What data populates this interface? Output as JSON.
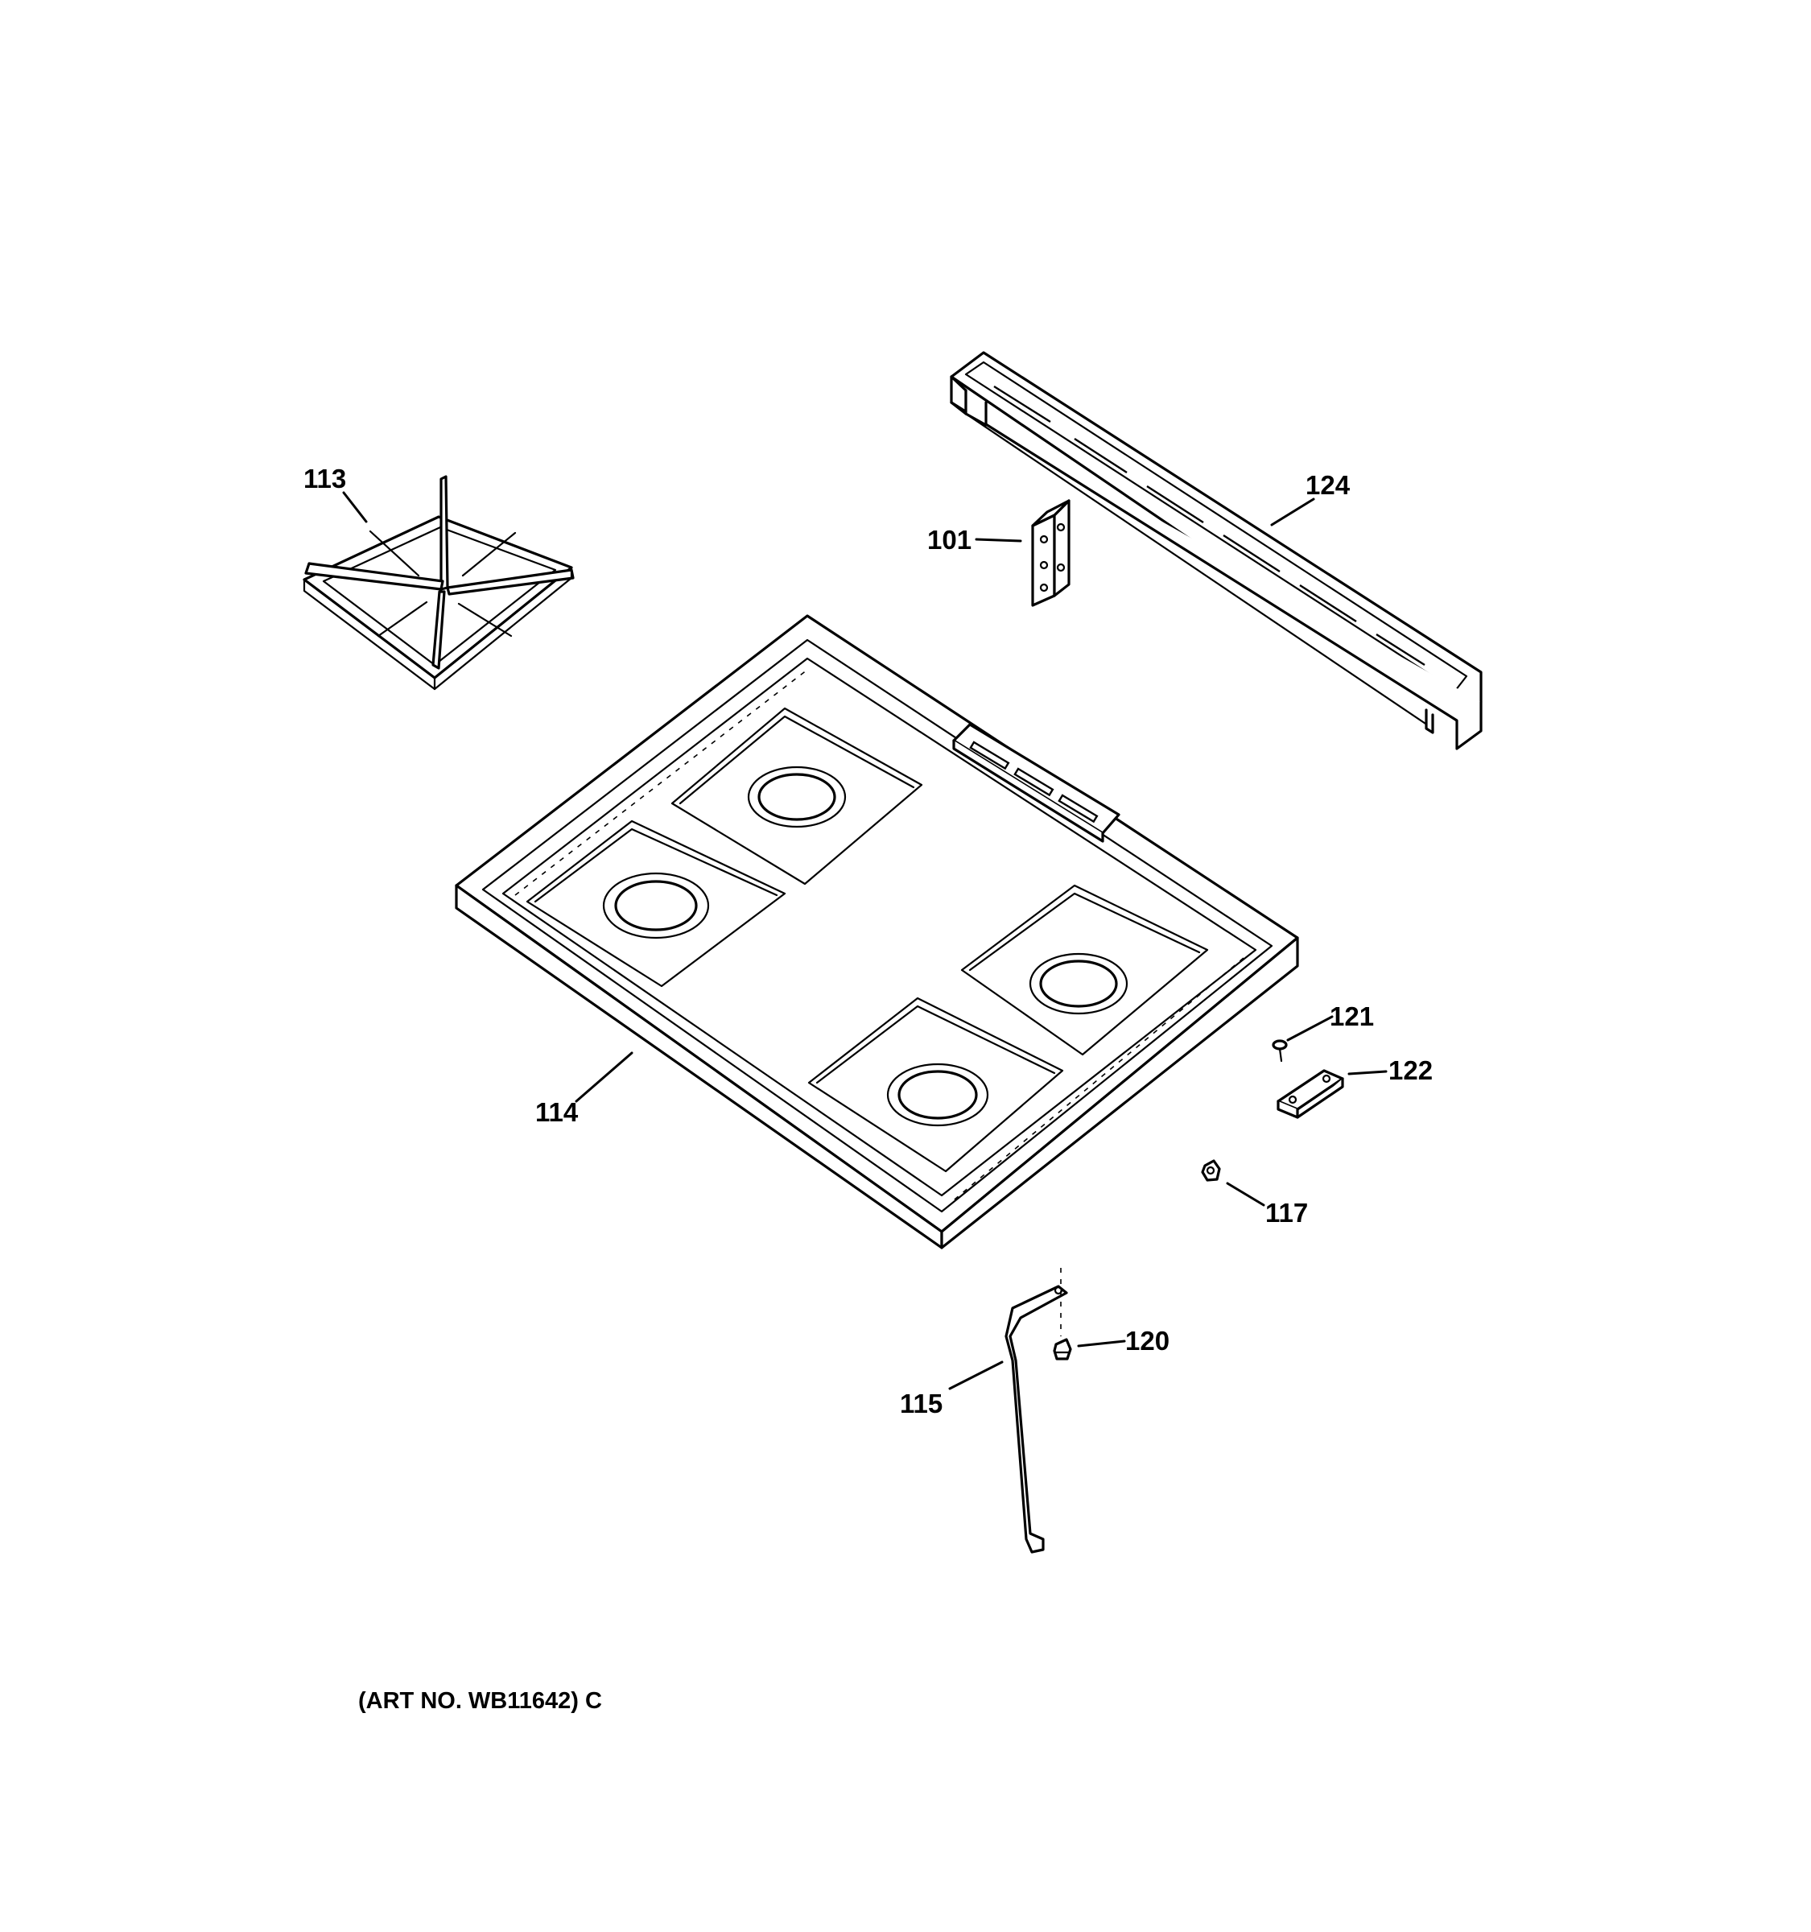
{
  "callouts": {
    "p113": "113",
    "p101": "101",
    "p124": "124",
    "p114": "114",
    "p121": "121",
    "p122": "122",
    "p117": "117",
    "p120": "120",
    "p115": "115"
  },
  "art_number": "(ART NO. WB11642) C"
}
